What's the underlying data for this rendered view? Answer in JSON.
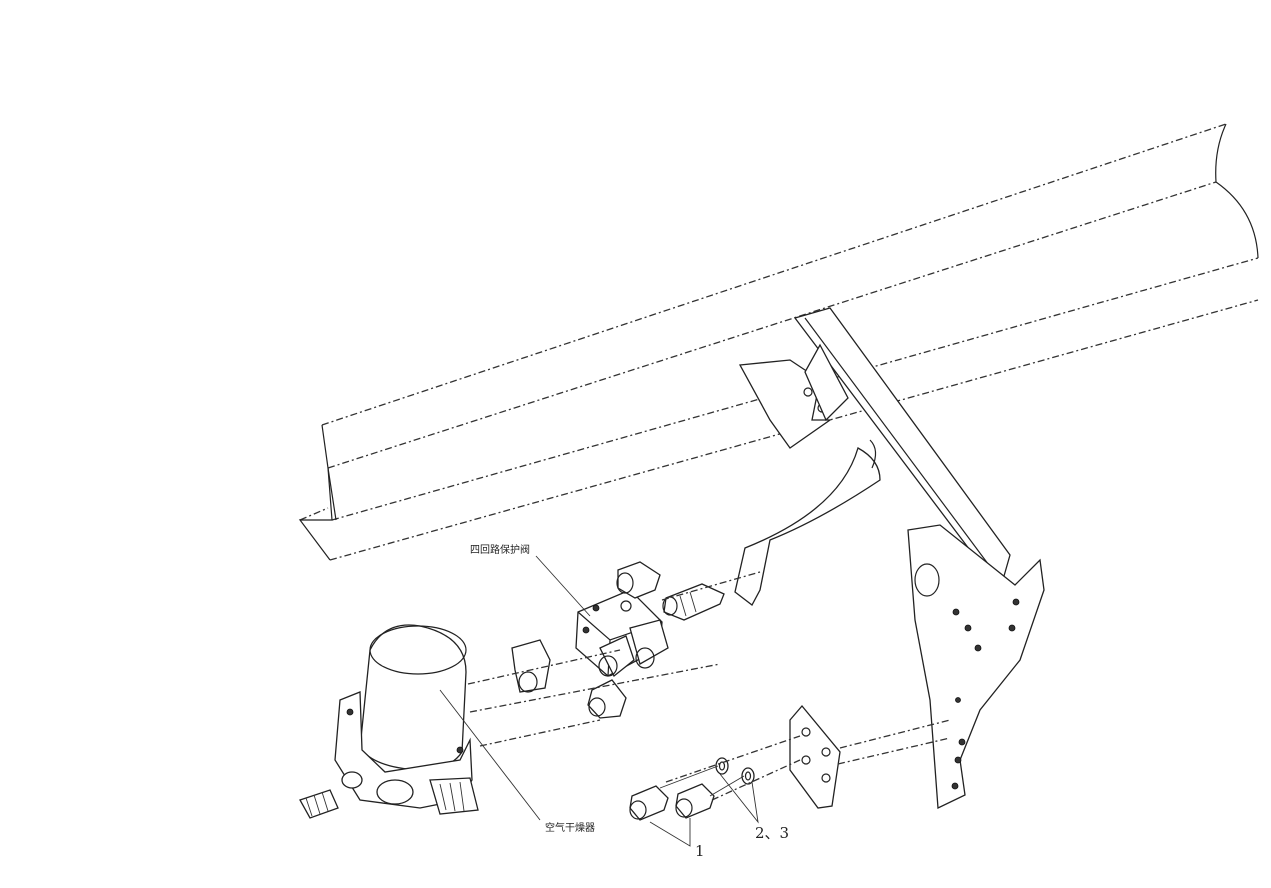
{
  "diagram": {
    "labels": {
      "protection_valve": "四回路保护阀",
      "air_dryer": "空气干燥器",
      "part_1": "1",
      "part_2_3": "2、3"
    }
  }
}
